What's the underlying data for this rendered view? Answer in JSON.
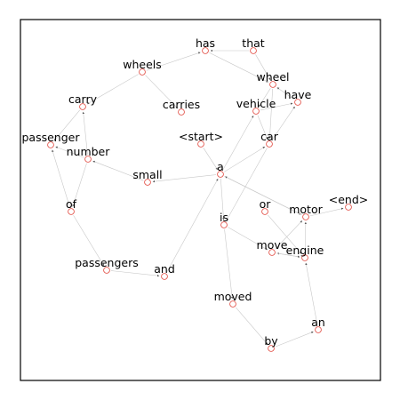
{
  "graph": {
    "nodes": [
      {
        "id": "has",
        "label": "has"
      },
      {
        "id": "that",
        "label": "that"
      },
      {
        "id": "wheels",
        "label": "wheels"
      },
      {
        "id": "wheel",
        "label": "wheel"
      },
      {
        "id": "have",
        "label": "have"
      },
      {
        "id": "carry",
        "label": "carry"
      },
      {
        "id": "carries",
        "label": "carries"
      },
      {
        "id": "vehicle",
        "label": "vehicle"
      },
      {
        "id": "start",
        "label": "<start>"
      },
      {
        "id": "car",
        "label": "car"
      },
      {
        "id": "passenger",
        "label": "passenger"
      },
      {
        "id": "number",
        "label": "number"
      },
      {
        "id": "a",
        "label": "a"
      },
      {
        "id": "small",
        "label": "small"
      },
      {
        "id": "end",
        "label": "<end>"
      },
      {
        "id": "of",
        "label": "of"
      },
      {
        "id": "or",
        "label": "or"
      },
      {
        "id": "motor",
        "label": "motor"
      },
      {
        "id": "is",
        "label": "is"
      },
      {
        "id": "move",
        "label": "move"
      },
      {
        "id": "engine",
        "label": "engine"
      },
      {
        "id": "passengers",
        "label": "passengers"
      },
      {
        "id": "and",
        "label": "and"
      },
      {
        "id": "moved",
        "label": "moved"
      },
      {
        "id": "an",
        "label": "an"
      },
      {
        "id": "by",
        "label": "by"
      }
    ],
    "edges": [
      [
        "start",
        "a"
      ],
      [
        "a",
        "small"
      ],
      [
        "a",
        "vehicle"
      ],
      [
        "a",
        "car"
      ],
      [
        "a",
        "motor"
      ],
      [
        "small",
        "number"
      ],
      [
        "number",
        "carry"
      ],
      [
        "number",
        "passenger"
      ],
      [
        "number",
        "of"
      ],
      [
        "carry",
        "passenger"
      ],
      [
        "of",
        "passenger"
      ],
      [
        "of",
        "passengers"
      ],
      [
        "passengers",
        "and"
      ],
      [
        "and",
        "a"
      ],
      [
        "a",
        "is"
      ],
      [
        "is",
        "moved"
      ],
      [
        "moved",
        "by"
      ],
      [
        "by",
        "an"
      ],
      [
        "an",
        "engine"
      ],
      [
        "engine",
        "motor"
      ],
      [
        "engine",
        "move"
      ],
      [
        "motor",
        "end"
      ],
      [
        "motor",
        "a"
      ],
      [
        "is",
        "move"
      ],
      [
        "move",
        "engine"
      ],
      [
        "move",
        "motor"
      ],
      [
        "or",
        "engine"
      ],
      [
        "car",
        "is"
      ],
      [
        "car",
        "have"
      ],
      [
        "vehicle",
        "have"
      ],
      [
        "vehicle",
        "car"
      ],
      [
        "have",
        "wheel"
      ],
      [
        "wheel",
        "car"
      ],
      [
        "wheel",
        "vehicle"
      ],
      [
        "has",
        "wheel"
      ],
      [
        "that",
        "has"
      ],
      [
        "that",
        "wheel"
      ],
      [
        "wheels",
        "has"
      ],
      [
        "wheels",
        "carry"
      ],
      [
        "wheels",
        "carries"
      ]
    ]
  }
}
